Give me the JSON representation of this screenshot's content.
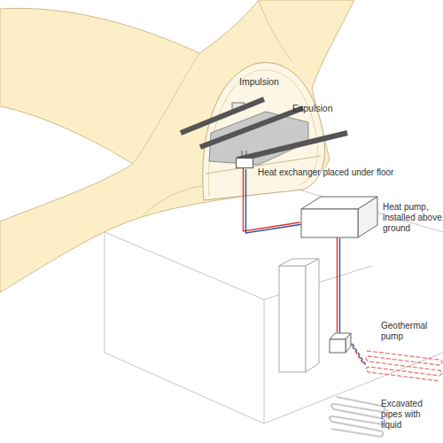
{
  "diagram": {
    "nodes": [
      {
        "text": [
          "Heat exchanger placed under floor"
        ]
      },
      {
        "text": [
          "Heat pump, installed above ground"
        ]
      },
      {
        "text": [
          "Geothermal pump"
        ]
      },
      {
        "text": [
          "Excavated pipes with liquid"
        ]
      }
    ],
    "edges": [
      {
        "from": 0,
        "to": 1,
        "arrow": "none"
      },
      {
        "from": 1,
        "to": 2,
        "arrow": "none"
      },
      {
        "from": 2,
        "to": 3,
        "arrow": "none"
      }
    ],
    "labels": [
      "Impulsion",
      "Expulsion"
    ]
  }
}
